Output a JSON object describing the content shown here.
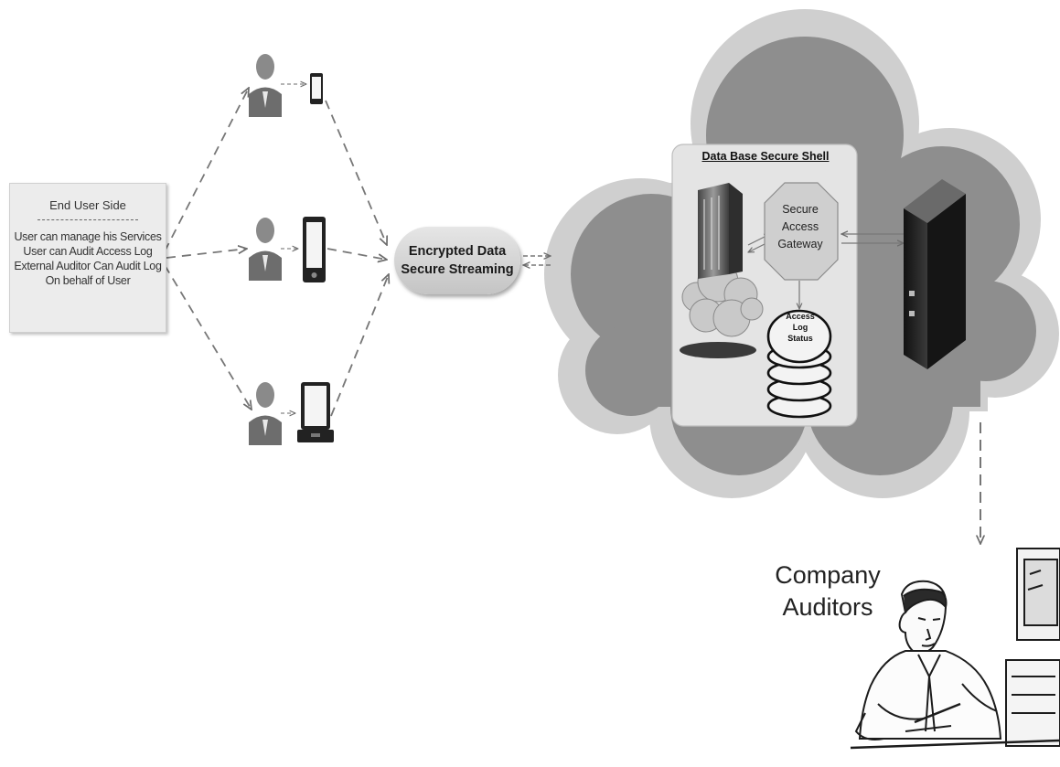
{
  "end_user_box": {
    "title": "End User Side",
    "lines": [
      "User can manage his Services",
      "User can Audit Access Log",
      "External Auditor Can Audit Log",
      "On behalf of User"
    ]
  },
  "encrypted_node": {
    "line1": "Encrypted Data",
    "line2": "Secure Streaming"
  },
  "cloud": {
    "shell_title": "Data Base Secure Shell",
    "gateway_lines": [
      "Secure",
      "Access",
      "Gateway"
    ],
    "log_lines": [
      "Access",
      "Log",
      "Status"
    ]
  },
  "auditors": {
    "line1": "Company",
    "line2": "Auditors"
  },
  "icons": {
    "user": "person-icon",
    "phone": "smartphone-icon",
    "tablet": "tablet-icon",
    "laptop": "laptop-icon",
    "server_rack": "server-rack-icon",
    "database": "database-icon",
    "server_tower": "server-tower-icon",
    "auditor": "auditor-illustration"
  },
  "colors": {
    "cloud_outer": "#cfcfcf",
    "cloud_inner": "#8e8e8e",
    "shell_bg": "#e4e4e4",
    "arrow": "#777777"
  }
}
